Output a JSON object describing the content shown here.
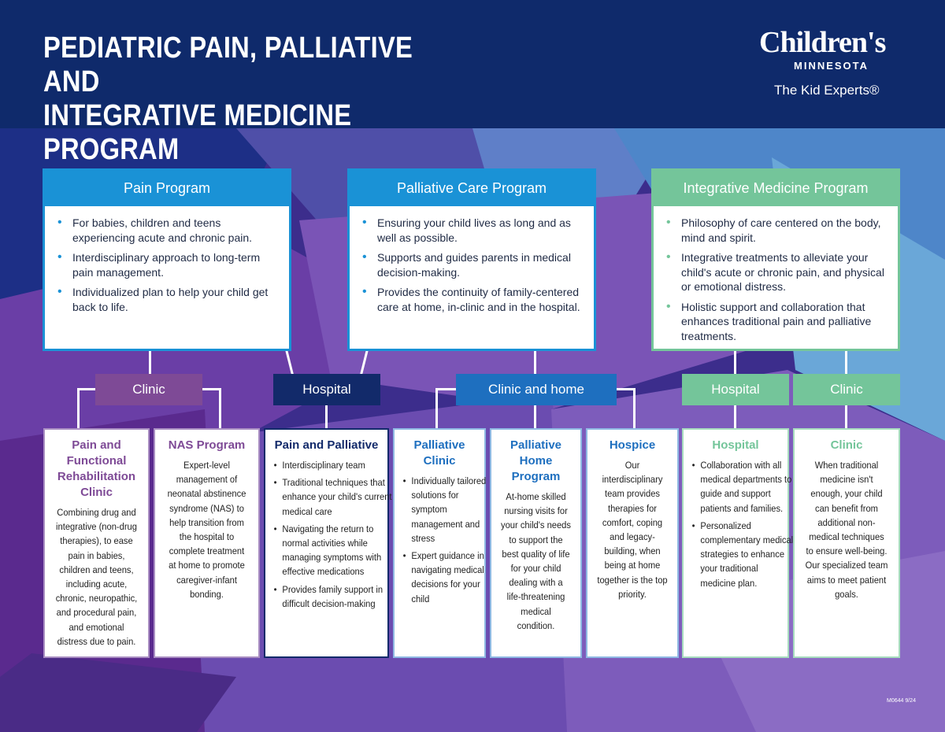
{
  "header": {
    "title_line1": "PEDIATRIC PAIN, PALLIATIVE AND",
    "title_line2": "INTEGRATIVE MEDICINE PROGRAM",
    "logo_word": "Children's",
    "logo_state": "MINNESOTA",
    "logo_tagline": "The Kid Experts®"
  },
  "colors": {
    "header_navy": "#0f2a6b",
    "program_blue": "#1a92d6",
    "program_green": "#74c59a",
    "clinic_purple": "#7e4a96",
    "hospital_navy": "#122a6a",
    "clinic_home_blue": "#1e6fbf"
  },
  "programs": [
    {
      "title": "Pain Program",
      "bullets": [
        "For babies, children and teens experiencing acute and chronic pain.",
        "Interdisciplinary approach to long-term pain management.",
        "Individualized plan to help your child get back to life."
      ]
    },
    {
      "title": "Palliative Care Program",
      "bullets": [
        "Ensuring your child lives as long and as well as possible.",
        "Supports and guides parents in medical decision-making.",
        "Provides the continuity of family-centered care at home, in-clinic and in the hospital."
      ]
    },
    {
      "title": "Integrative Medicine Program",
      "bullets": [
        "Philosophy of care centered on the body, mind and spirit.",
        "Integrative treatments to alleviate your child's acute or chronic pain, and physical or emotional distress.",
        "Holistic support and collaboration that enhances traditional pain and palliative treatments."
      ]
    }
  ],
  "settings": [
    "Clinic",
    "Hospital",
    "Clinic and home",
    "Hospital",
    "Clinic"
  ],
  "cards": [
    {
      "title": "Pain and Functional Rehabilitation Clinic",
      "text": "Combining drug and integrative (non-drug therapies), to ease pain in babies, children and teens, including acute, chronic, neuropathic, and procedural pain, and emotional distress due to pain."
    },
    {
      "title": "NAS Program",
      "text": "Expert-level management of neonatal abstinence syndrome (NAS) to help transition from the hospital to complete treatment at home to promote caregiver-infant bonding."
    },
    {
      "title": "Pain and Palliative",
      "bullets": [
        "Interdisciplinary team",
        "Traditional techniques that enhance your child's current medical care",
        "Navigating the return to normal activities while managing symptoms with effective medications",
        "Provides family support in difficult decision-making"
      ]
    },
    {
      "title": "Palliative Clinic",
      "bullets": [
        "Individually tailored solutions for symptom management and stress",
        "Expert guidance in navigating medical decisions for your child"
      ]
    },
    {
      "title": "Palliative Home Program",
      "text": "At-home skilled nursing visits for your child's needs to support the best quality of life for your child dealing with a life-threatening medical condition."
    },
    {
      "title": "Hospice",
      "text": "Our interdisciplinary team provides therapies for comfort, coping and legacy-building, when being at home together is the top priority."
    },
    {
      "title": "Hospital",
      "bullets": [
        "Collaboration with all medical departments to guide and support patients and families.",
        "Personalized complementary medical strategies to enhance your traditional medicine plan."
      ]
    },
    {
      "title": "Clinic",
      "text": "When traditional medicine isn't enough, your child can benefit from additional non-medical techniques to ensure well-being. Our specialized team aims to meet patient goals."
    }
  ],
  "footer": {
    "code": "M0644 9/24"
  }
}
